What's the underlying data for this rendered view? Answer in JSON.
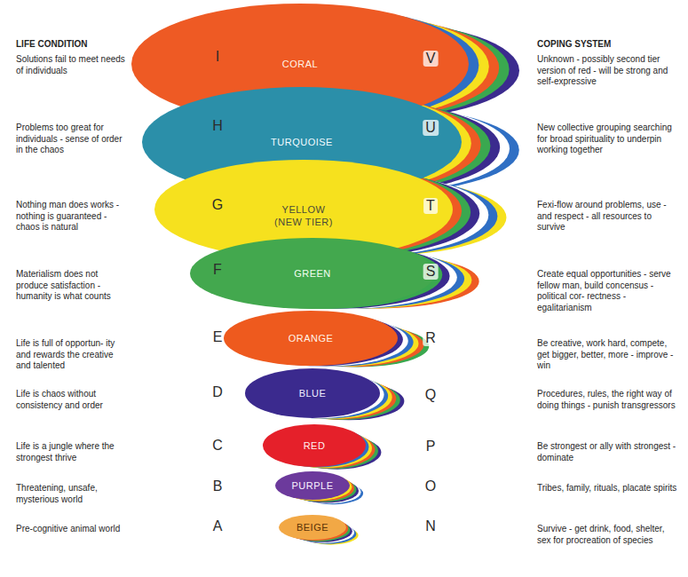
{
  "diagram": {
    "nodes": [
      {
        "text": [
          "CORAL"
        ]
      },
      {
        "text": [
          "TURQUOISE"
        ]
      },
      {
        "text": [
          "YELLOW (NEW TIER)"
        ]
      },
      {
        "text": [
          "GREEN"
        ]
      },
      {
        "text": [
          "ORANGE"
        ]
      },
      {
        "text": [
          "BLUE"
        ]
      },
      {
        "text": [
          "RED"
        ]
      },
      {
        "text": [
          "PURPLE"
        ]
      },
      {
        "text": [
          "BEIGE"
        ]
      }
    ],
    "labels": [
      "LIFE CONDITION",
      "COPING SYSTEM",
      "Solutions fail to meet needs of individuals",
      "I",
      "V",
      "Unknown - possibly second tier version of red - will be strong and self-expressive",
      "Problems too great for individuals - sense of order in the chaos",
      "H",
      "U",
      "New collective grouping searching for broad spirituality to underpin working together",
      "Nothing man does works - nothing is guaranteed - chaos is natural",
      "G",
      "T",
      "Fexi-flow around problems, use - and respect - all resources to survive",
      "Materialism does not produce satisfaction - humanity is what counts",
      "F",
      "S",
      "Create equal opportunities - serve fellow man, build concensus - political cor- rectness - egalitarianism",
      "Life is full of opportun- ity and rewards the creative and talented",
      "E",
      "R",
      "Be creative, work hard, compete, get bigger, better, more - improve - win",
      "Life is chaos without consistency and order",
      "D",
      "Q",
      "Procedures, rules, the right way of doing things - punish transgressors",
      "Life is a jungle where the strongest thrive",
      "C",
      "P",
      "Be strongest or ally with strongest - dominate",
      "Threatening, unsafe, mysterious world",
      "B",
      "O",
      "Tribes, family, rituals, placate spirits",
      "Pre-cognitive animal world",
      "A",
      "N",
      "Survive - get drink, food, shelter, sex for procreation of species"
    ]
  }
}
